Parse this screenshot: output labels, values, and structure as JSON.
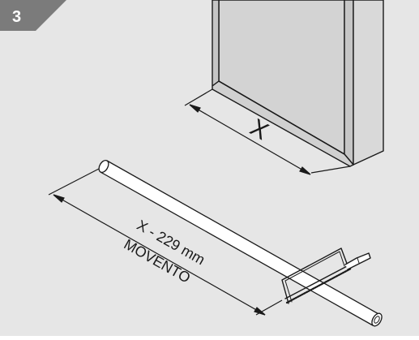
{
  "step": {
    "number": "3"
  },
  "cabinet_dimension": {
    "label": "X"
  },
  "rod_dimension": {
    "formula": "X - 229 mm",
    "product": "MOVENTO"
  },
  "colors": {
    "background": "#e6e6e6",
    "badge": "#7b7b7b",
    "cabinet_back": "#d3d3d3",
    "cabinet_side": "#c6c6c6",
    "line": "#1a1a1a",
    "rod": "#ffffff"
  }
}
